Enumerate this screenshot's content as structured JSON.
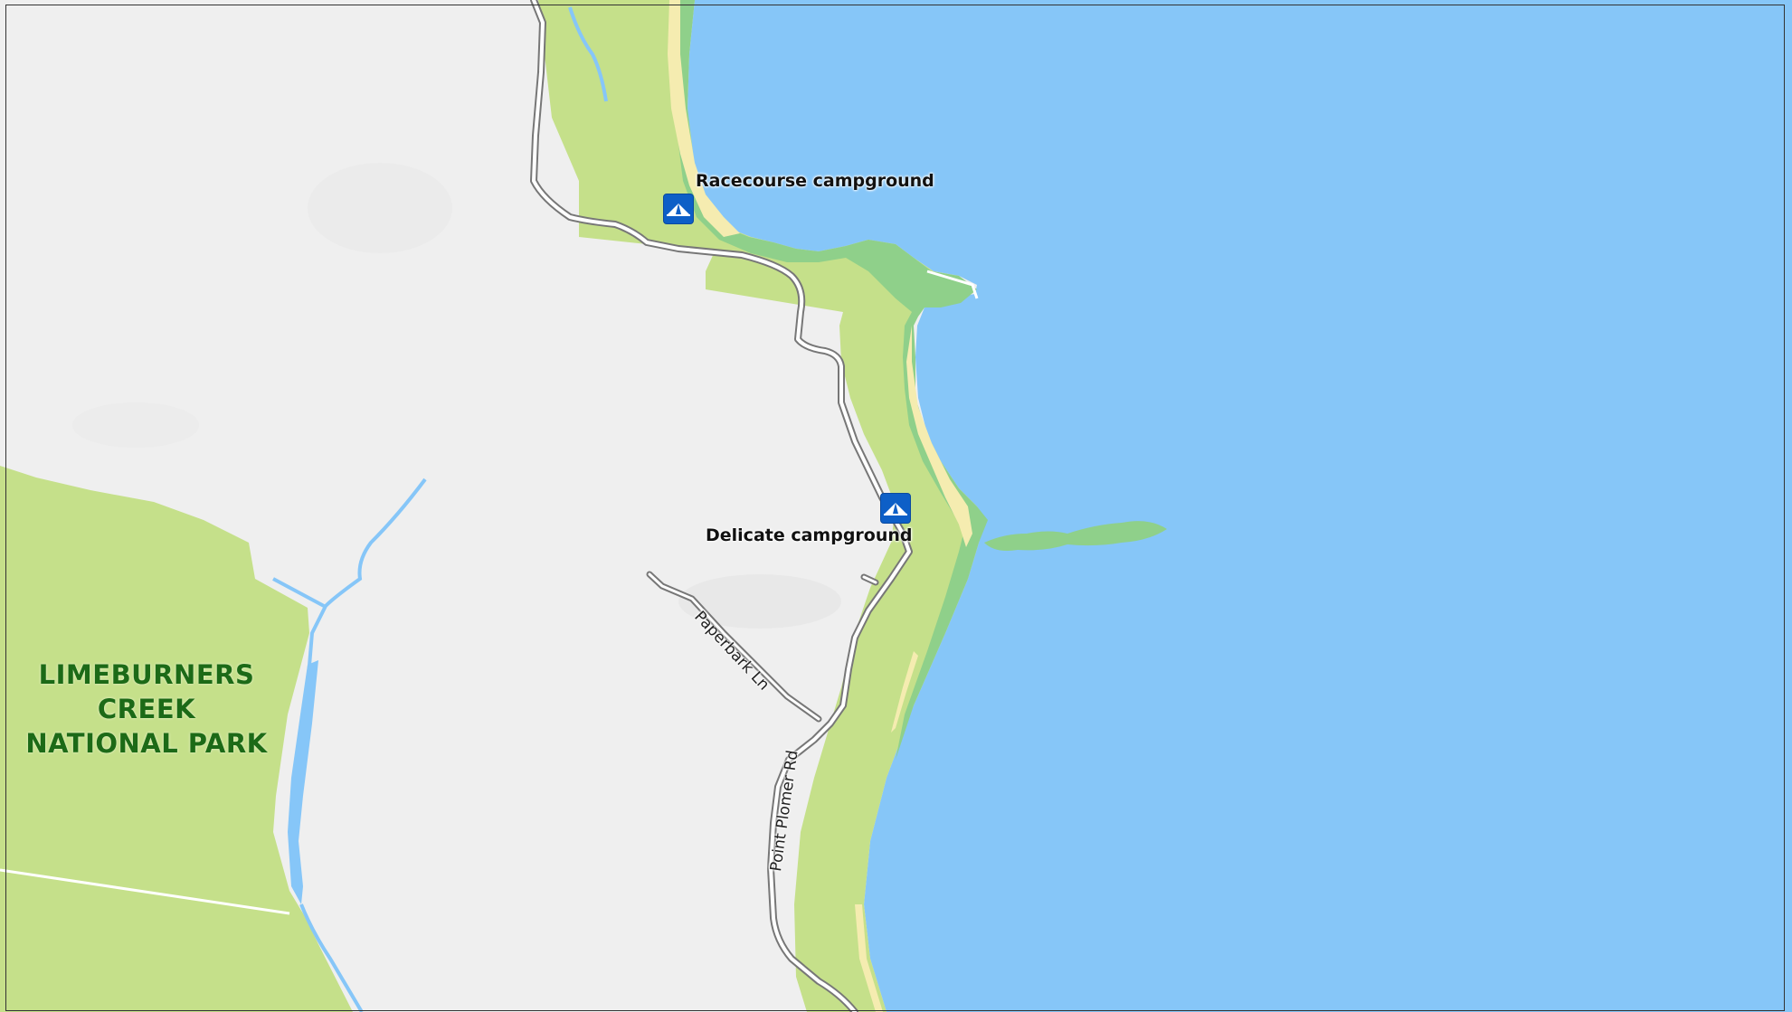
{
  "map": {
    "colors": {
      "land": "#efefef",
      "water": "#86c6f8",
      "park": "#c5e08a",
      "vegetation": "#8fd08a",
      "sand": "#f5ecb0",
      "road_casing": "#777777",
      "road_fill": "#ffffff",
      "poi_background": "#0d5fc7"
    },
    "park_label": "LIMEBURNERS CREEK\nNATIONAL PARK",
    "campgrounds": [
      {
        "name": "Racecourse campground",
        "icon": "tent-icon"
      },
      {
        "name": "Delicate campground",
        "icon": "tent-icon"
      }
    ],
    "roads": [
      {
        "name": "Paperbark Ln"
      },
      {
        "name": "Point Plomer Rd"
      }
    ]
  }
}
